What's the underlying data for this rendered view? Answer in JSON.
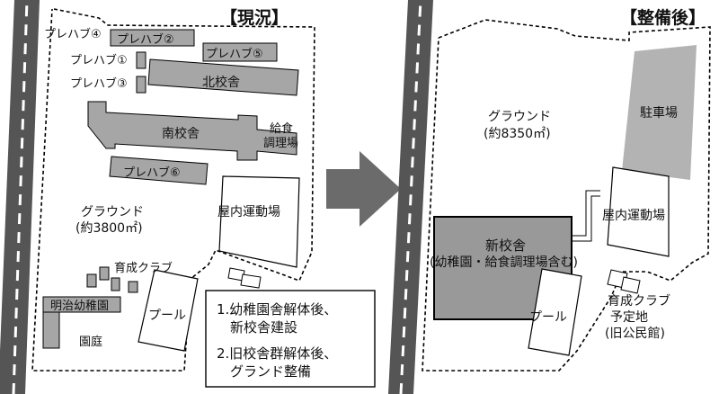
{
  "left": {
    "title": "【現況】",
    "prefab4": "プレハブ④",
    "prefab2": "プレハブ②",
    "prefab1": "プレハブ①",
    "prefab3": "プレハブ③",
    "prefab5": "プレハブ⑤",
    "prefab6": "プレハブ⑥",
    "north_building": "北校舎",
    "south_building": "南校舎",
    "kitchen_line1": "給食",
    "kitchen_line2": "調理場",
    "gym": "屋内運動場",
    "ground": "グラウンド",
    "ground_area": "(約3800㎡)",
    "club": "育成クラブ",
    "kindergarten": "明治幼稚園",
    "pool": "プール",
    "garden": "園庭"
  },
  "steps": {
    "step1_line1": "1.幼稚園舎解体後、",
    "step1_line2": "新校舎建設",
    "step2_line1": "2.旧校舎群解体後、",
    "step2_line2": "グランド整備"
  },
  "right": {
    "title": "【整備後】",
    "ground": "グラウンド",
    "ground_area": "(約8350㎡)",
    "parking": "駐車場",
    "gym": "屋内運動場",
    "new_building_line1": "新校舎",
    "new_building_line2": "(幼稚園・給食調理場含む)",
    "pool": "プール",
    "club_line1": "育成クラブ",
    "club_line2": "予定地",
    "club_line3": "(旧公民館)"
  },
  "colors": {
    "building_fill": "#a6a6a6",
    "new_building_fill": "#999999",
    "road": "#555555",
    "arrow": "#6b6b6b"
  }
}
